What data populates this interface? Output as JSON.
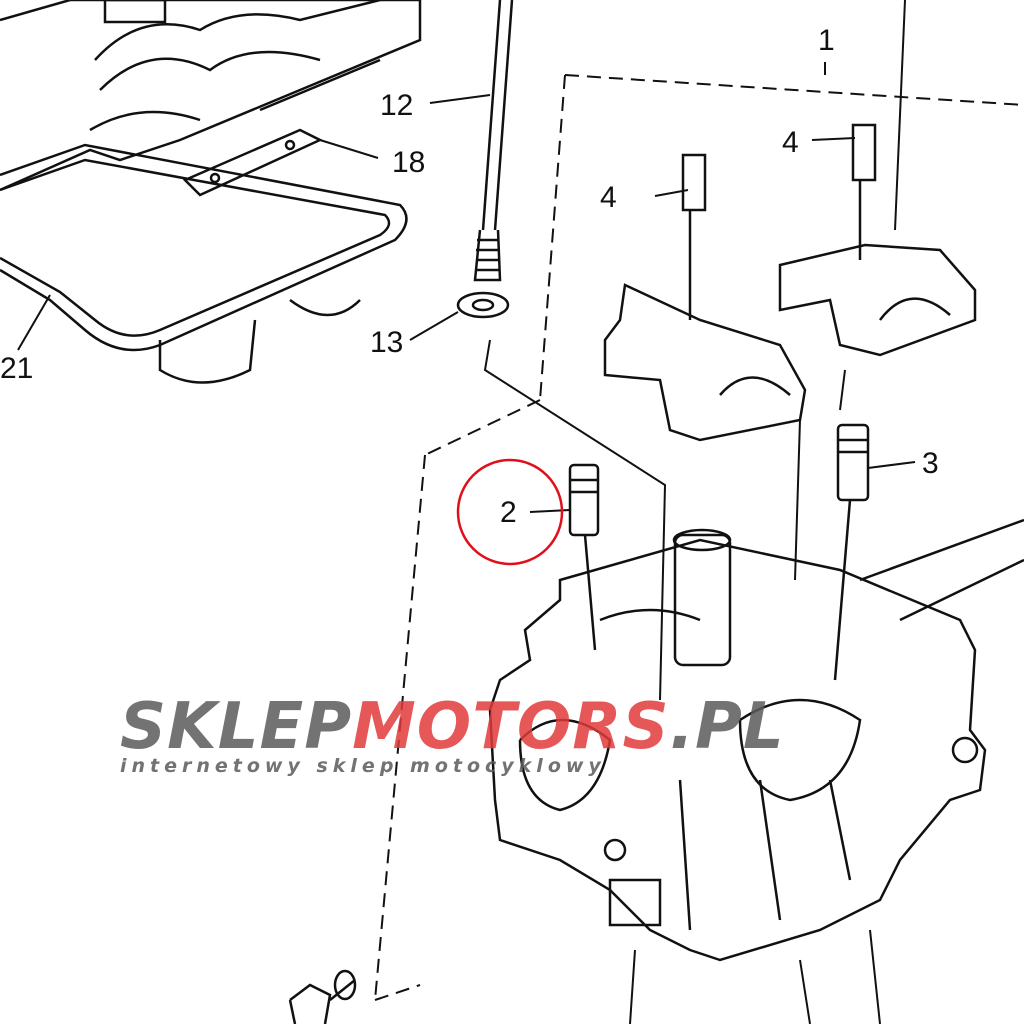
{
  "diagram": {
    "callouts": [
      {
        "id": "c1",
        "text": "1"
      },
      {
        "id": "c12",
        "text": "12"
      },
      {
        "id": "c18",
        "text": "18"
      },
      {
        "id": "c4a",
        "text": "4"
      },
      {
        "id": "c4b",
        "text": "4"
      },
      {
        "id": "c13",
        "text": "13"
      },
      {
        "id": "c21",
        "text": "21"
      },
      {
        "id": "c3",
        "text": "3"
      },
      {
        "id": "c2",
        "text": "2"
      }
    ],
    "highlight": {
      "target": "2",
      "color": "#e0101a"
    }
  },
  "watermark": {
    "text_dark": "SKLEP",
    "text_red": "MOTO",
    "text_tail": "RS",
    "domain_suffix": ".PL",
    "tagline": "internetowy sklep motocyklowy",
    "color_dark": "#5b5b5b",
    "color_red": "#e23b3b"
  }
}
